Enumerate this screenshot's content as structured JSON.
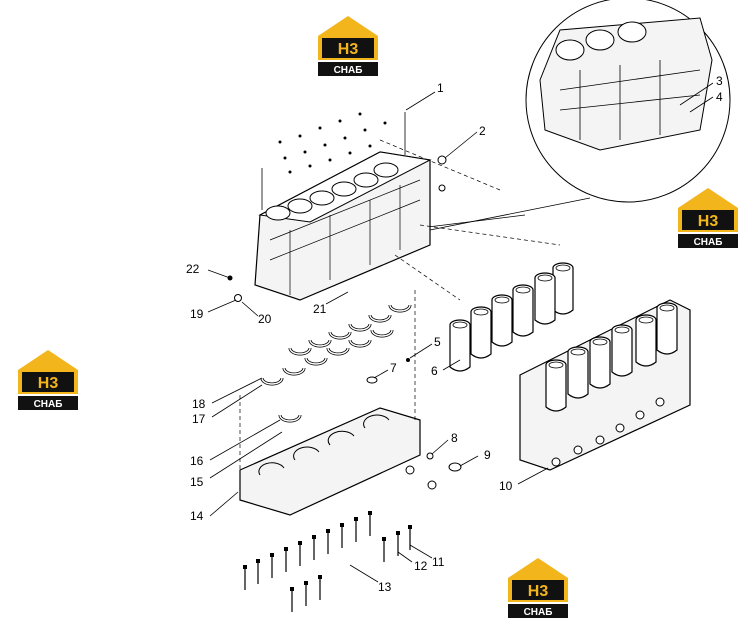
{
  "logo": {
    "mark": "H3",
    "word": "CHAБ"
  },
  "callouts": [
    "1",
    "2",
    "3",
    "4",
    "5",
    "6",
    "7",
    "8",
    "9",
    "10",
    "11",
    "12",
    "13",
    "14",
    "15",
    "16",
    "17",
    "18",
    "19",
    "20",
    "21",
    "22"
  ]
}
